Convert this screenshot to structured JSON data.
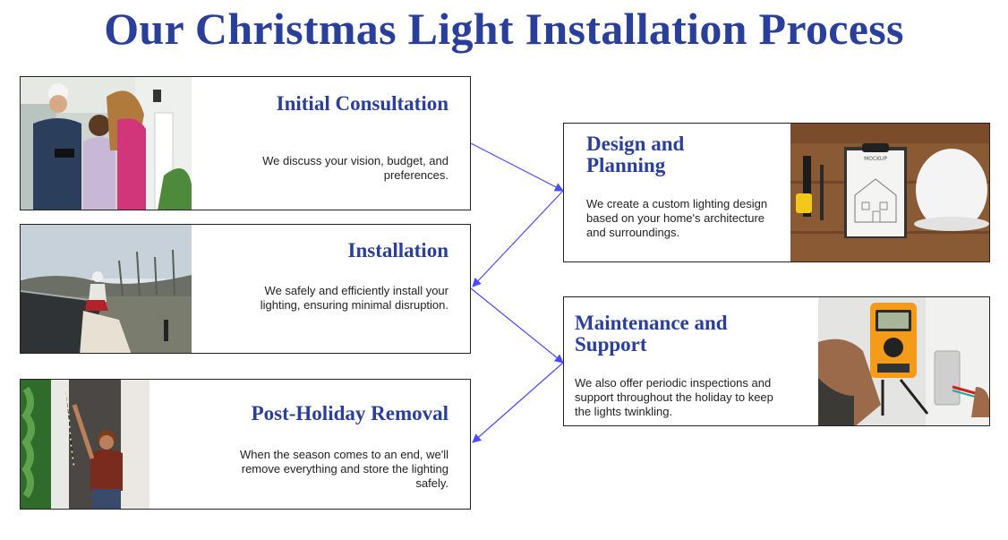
{
  "title": "Our Christmas Light Installation Process",
  "steps": [
    {
      "title": "Initial Consultation",
      "text": "We discuss your vision, budget, and preferences.",
      "photo": "consultation-photo"
    },
    {
      "title": "Design and Planning",
      "text": "We create a custom lighting design based on your home's architecture and surroundings.",
      "photo": "planning-photo"
    },
    {
      "title": "Installation",
      "text": "We safely and efficiently install your lighting, ensuring minimal disruption.",
      "photo": "installation-photo"
    },
    {
      "title": "Maintenance and Support",
      "text": "We also offer periodic inspections and support throughout the holiday to keep the lights twinkling.",
      "photo": "maintenance-photo"
    },
    {
      "title": "Post-Holiday Removal",
      "text": "When the season comes to an end, we'll remove everything and store the lighting safely.",
      "photo": "removal-photo"
    }
  ],
  "colors": {
    "title": "#2a3f99",
    "arrow": "#4a4aff",
    "border": "#222222"
  },
  "photo_labels": {
    "clipboard": "MOCKUP"
  }
}
